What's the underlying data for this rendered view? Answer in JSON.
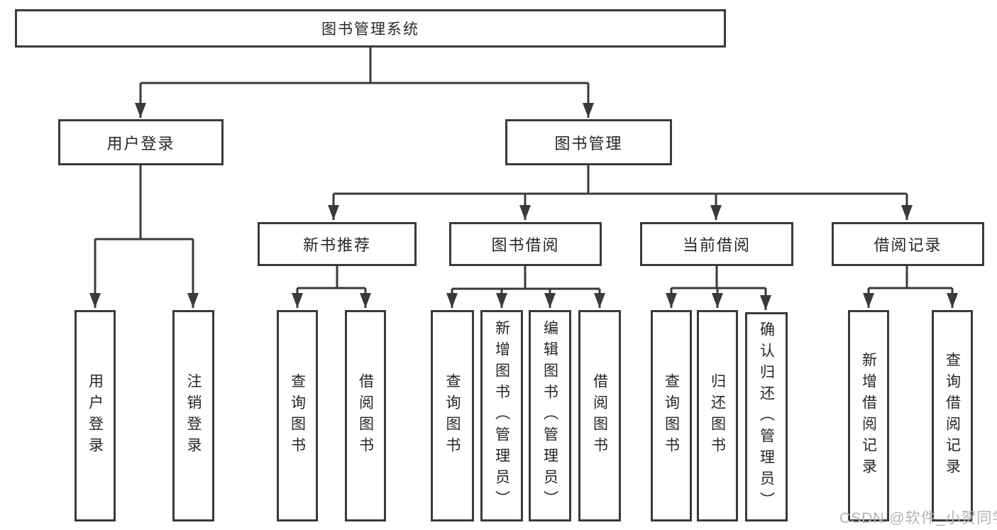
{
  "title": {
    "label": "图书管理系统"
  },
  "level1": [
    {
      "label": "用户登录"
    },
    {
      "label": "图书管理"
    }
  ],
  "level2": [
    {
      "label": "新书推荐"
    },
    {
      "label": "图书借阅"
    },
    {
      "label": "当前借阅"
    },
    {
      "label": "借阅记录"
    }
  ],
  "leaves": {
    "user_login": [
      "用户登录",
      "注销登录"
    ],
    "new_books": [
      "查询图书",
      "借阅图书"
    ],
    "book_borrow": [
      "查询图书",
      "新增图书（管理员）",
      "编辑图书（管理员）",
      "借阅图书"
    ],
    "current_borrow": [
      "查询图书",
      "归还图书",
      "确认归还（管理员）"
    ],
    "borrow_records": [
      "新增借阅记录",
      "查询借阅记录"
    ]
  },
  "watermark": "CSDN @软件_小贺同学",
  "colors": {
    "line": "#3a3a3a",
    "text": "#262626",
    "watermark": "#b3b3b3",
    "background": "#ffffff"
  }
}
